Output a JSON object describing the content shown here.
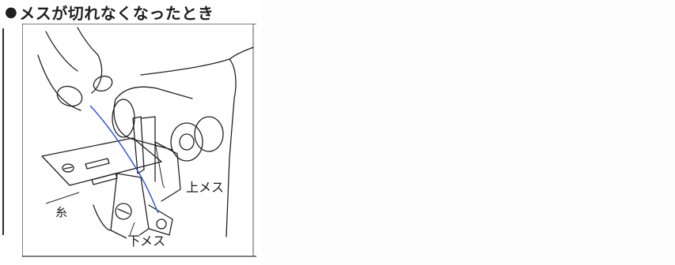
{
  "heading": {
    "bullet": "●",
    "title": "メスが切れなくなったとき"
  },
  "figure": {
    "labels": {
      "upper_knife": "上メス",
      "thread": "糸",
      "lower_knife": "下メス"
    },
    "thread_color": "#2a4fd6",
    "line_color": "#222222"
  }
}
